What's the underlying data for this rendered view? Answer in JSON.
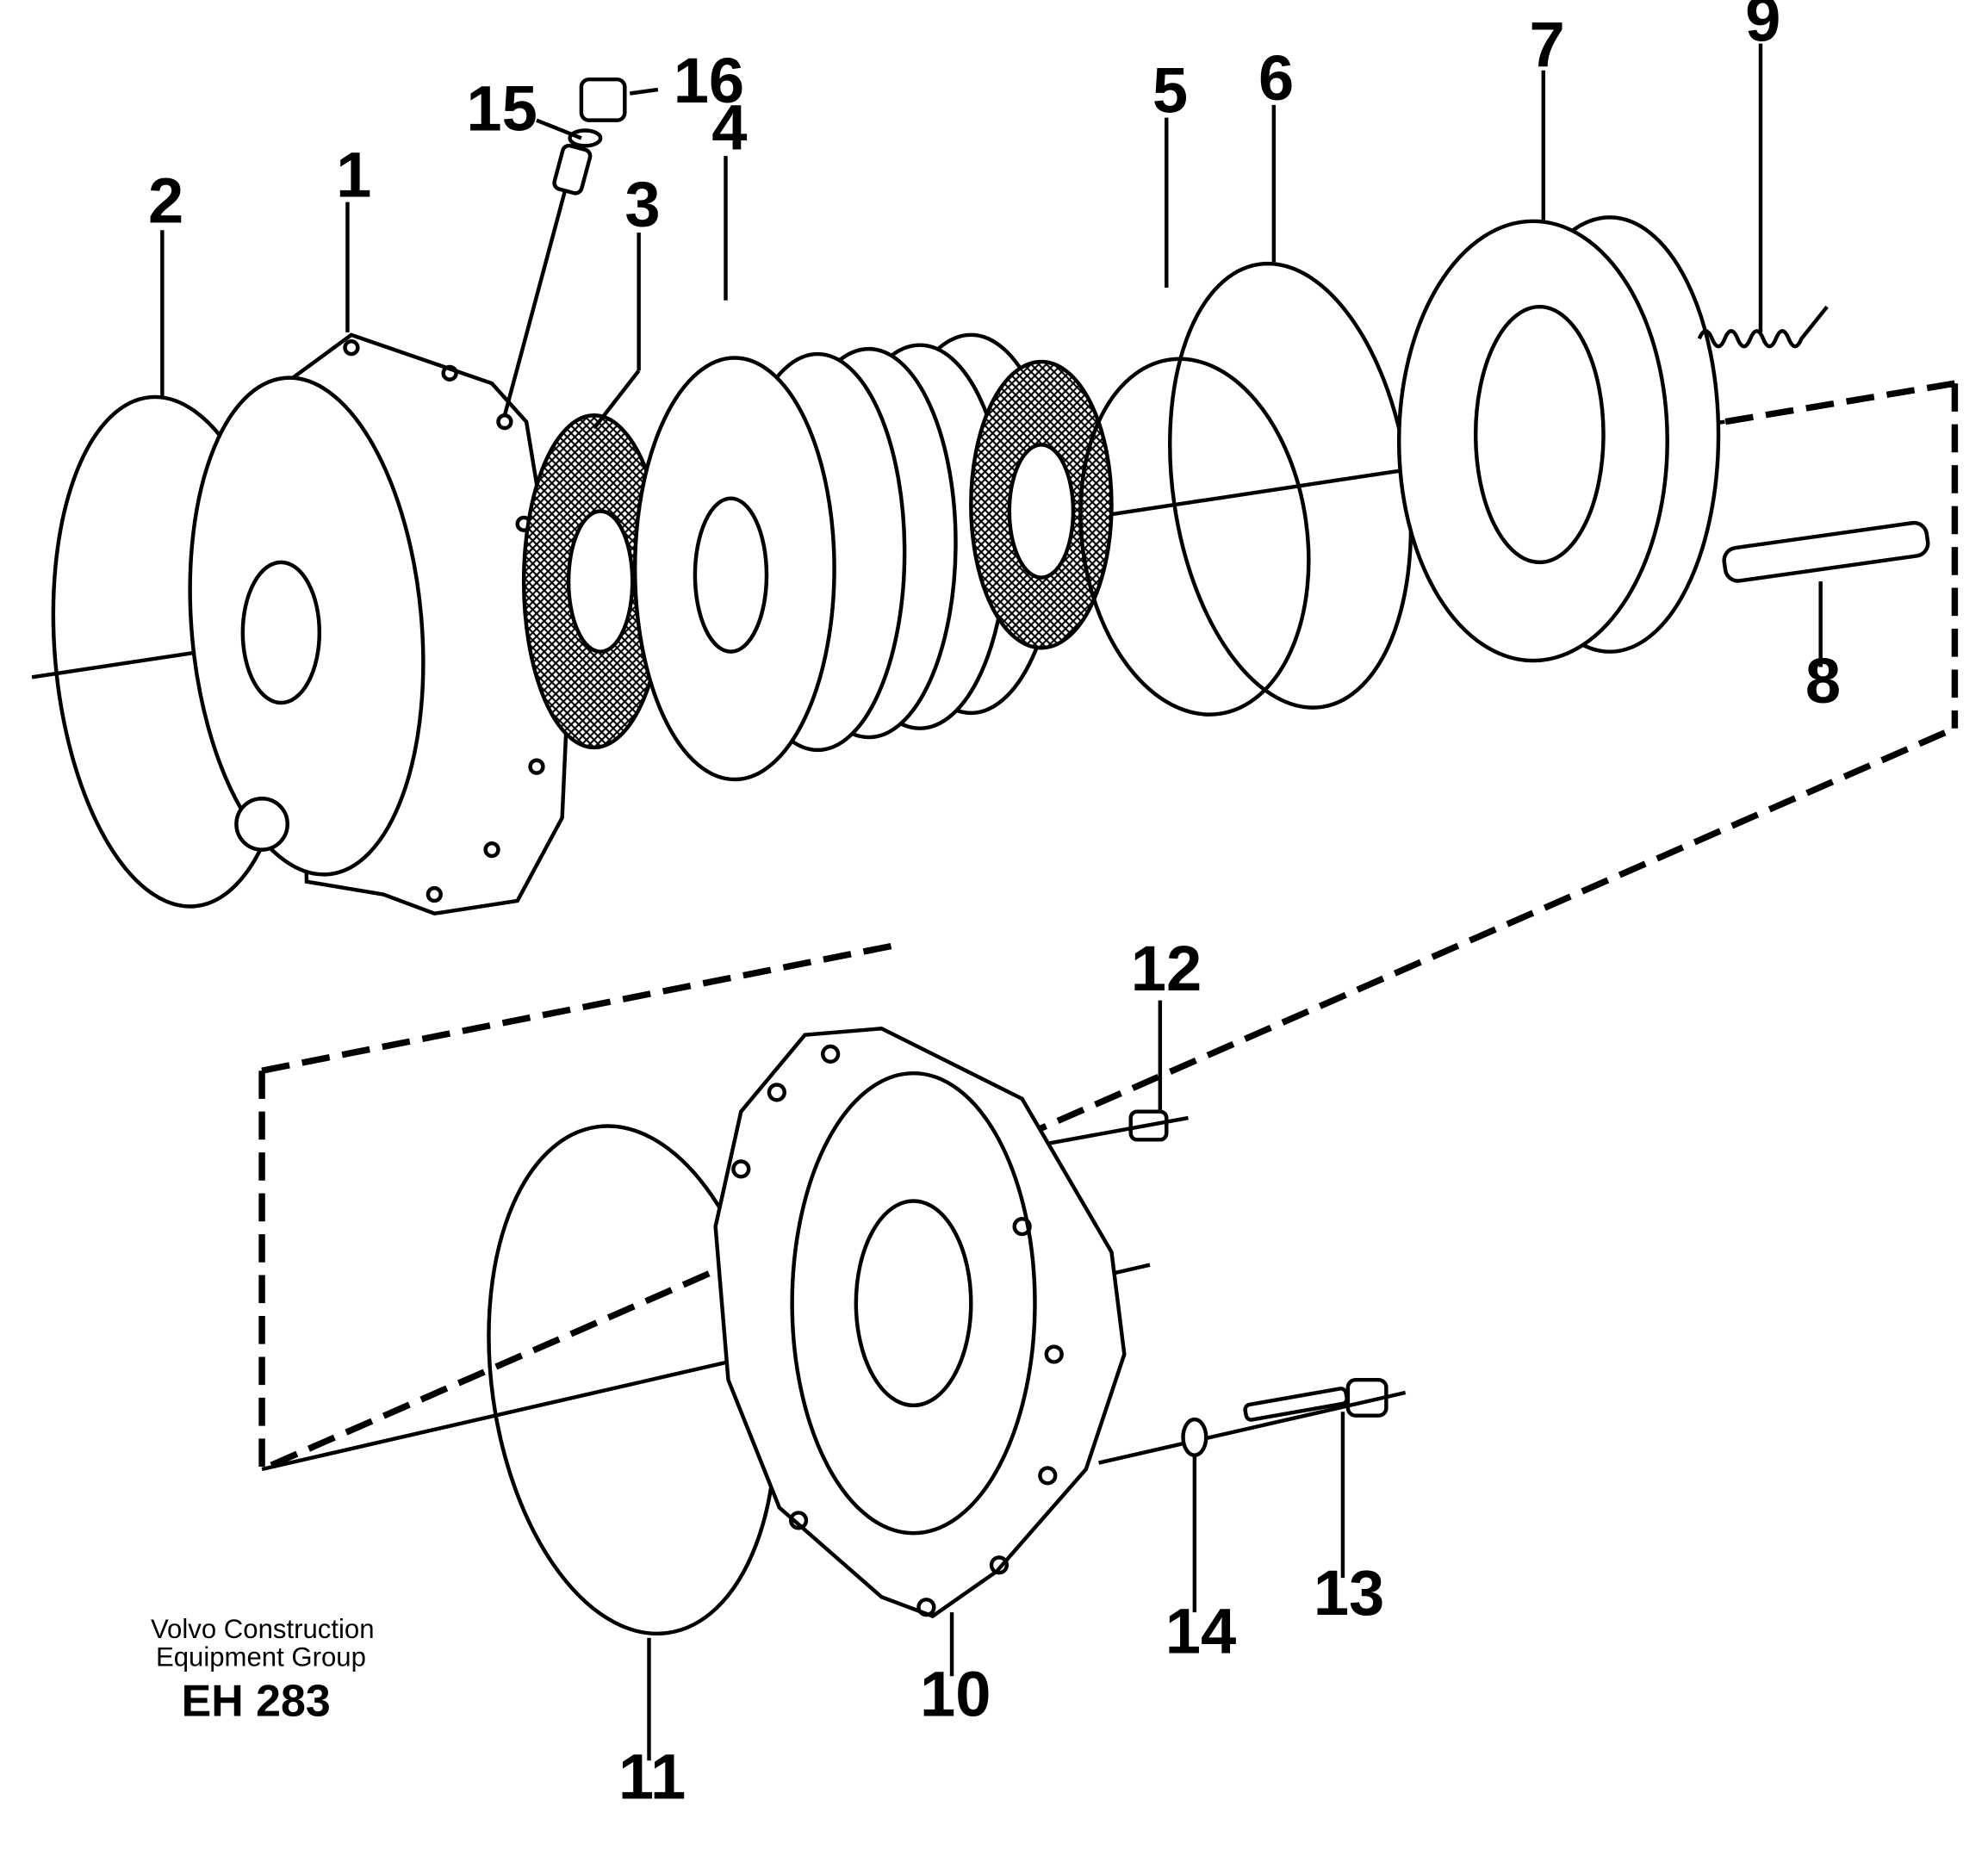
{
  "callouts": {
    "c1": "1",
    "c2": "2",
    "c3": "3",
    "c4": "4",
    "c5": "5",
    "c6": "6",
    "c7": "7",
    "c8": "8",
    "c9": "9",
    "c10": "10",
    "c11": "11",
    "c12": "12",
    "c13": "13",
    "c14": "14",
    "c15": "15",
    "c16": "16"
  },
  "footer": {
    "company_line1": "Volvo Construction",
    "company_line2": "Equipment Group",
    "code": "EH 283"
  }
}
